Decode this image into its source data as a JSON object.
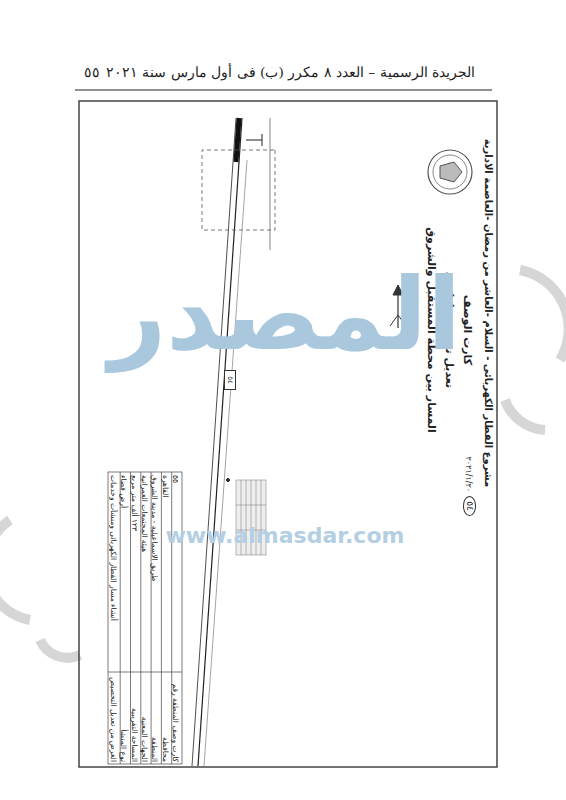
{
  "diagram": {
    "labels": [
      "الجريدة الرسمية – العدد ٨ مكرر (ب) فى أول مارس سنة ٢٠٢١",
      "٥٥",
      "مشروع القطار الكهربائى - السلام -العاشر من رمضان -العاصمة الادارية",
      "كارت الوصف",
      "تعديل تخصيص اراضى",
      "المسار بين محطة المستقبل والشروق",
      "٥٤",
      "٢٠٢١/١/٢٠",
      "٥٤",
      "كارت وصف المنطقة رقم",
      "٥٥",
      "محافظة",
      "القاهرة",
      "المنطقة",
      "طريق الاسماعيلية - مدينة الشروق",
      "الجهات المعنية",
      "هيئة المجتمعات العمرانية",
      "المساحة التقريبية",
      "١٢٣ ألف متر مربع",
      "نوع المنشأ",
      "أرض فضاء",
      "الغرض من تعديل التخصيص",
      "أنشاء مسار القطار الكهربائى ومنشآت وخدمات",
      "المصدر",
      "www.almasdar.com"
    ]
  }
}
